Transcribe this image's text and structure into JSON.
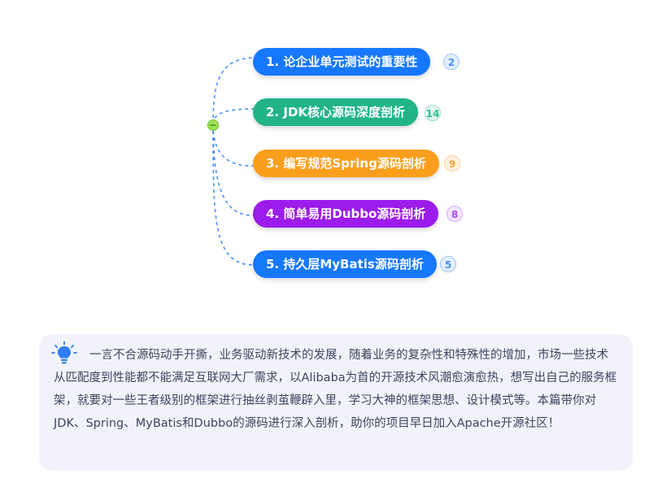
{
  "mindmap": {
    "root_icon": "collapse-icon",
    "nodes": [
      {
        "label": "1. 论企业单元测试的重要性",
        "count": "2",
        "color": "#1677ff",
        "badge_color": "#4b90f5",
        "badge_bg": "#e3eefe"
      },
      {
        "label": "2. JDK核心源码深度剖析",
        "count": "14",
        "color": "#20b486",
        "badge_color": "#30be8c",
        "badge_bg": "#e2f6ee"
      },
      {
        "label": "3. 编写规范Spring源码剖析",
        "count": "9",
        "color": "#fa9f1c",
        "badge_color": "#f5a23a",
        "badge_bg": "#fff1e0"
      },
      {
        "label": "4. 简单易用Dubbo源码剖析",
        "count": "8",
        "color": "#9b1ceb",
        "badge_color": "#a64cf0",
        "badge_bg": "#f2e5fd"
      },
      {
        "label": "5. 持久层MyBatis源码剖析",
        "count": "5",
        "color": "#1677ff",
        "badge_color": "#4b90f5",
        "badge_bg": "#e3eefe"
      }
    ]
  },
  "intro": {
    "icon": "lightbulb-icon",
    "text": "一言不合源码动手开撕，业务驱动新技术的发展，随着业务的复杂性和特殊性的增加，市场一些技术从匹配度到性能都不能满足互联网大厂需求，以Alibaba为首的开源技术风潮愈演愈热，想写出自己的服务框架，就要对一些王者级别的框架进行抽丝剥茧鞭辟入里，学习大神的框架思想、设计模式等。本篇带你对JDK、Spring、MyBatis和Dubbo的源码进行深入剖析，助你的项目早日加入Apache开源社区！"
  }
}
